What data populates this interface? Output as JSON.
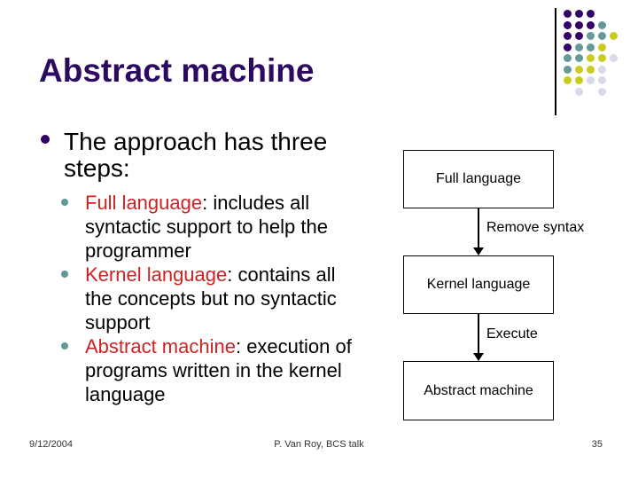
{
  "title": "Abstract machine",
  "bullets": {
    "main": {
      "line1": "The approach has three",
      "line2": "steps:"
    },
    "items": [
      {
        "lead": "Full language",
        "rest": ": includes all",
        "line2": "syntactic support to help the",
        "line3": "programmer"
      },
      {
        "lead": "Kernel language",
        "rest": ": contains all",
        "line2": "the concepts but no syntactic",
        "line3": "support"
      },
      {
        "lead": "Abstract machine",
        "rest": ": execution of",
        "line2": "programs written in the kernel",
        "line3": "language"
      }
    ]
  },
  "diagram": {
    "boxes": [
      "Full language",
      "Kernel language",
      "Abstract machine"
    ],
    "arrow_labels": [
      "Remove syntax",
      "Execute"
    ]
  },
  "footer": {
    "date": "9/12/2004",
    "center": "P. Van Roy, BCS talk",
    "page": "35"
  },
  "decoration": {
    "pattern": [
      "PPP..",
      "PPPT.",
      "PPTTY",
      "PTTY.",
      "TTYYL",
      "TYYL.",
      "YYLL.",
      ".L.L."
    ],
    "colors": {
      "P": "#330066",
      "T": "#669999",
      "Y": "#cbcb1f",
      "L": "#d9d9e8"
    }
  },
  "accent_colors": {
    "title": "#2d0a61",
    "emphasis": "#cc2222",
    "main_bullet": "#330066",
    "sub_bullet": "#5f9898"
  }
}
